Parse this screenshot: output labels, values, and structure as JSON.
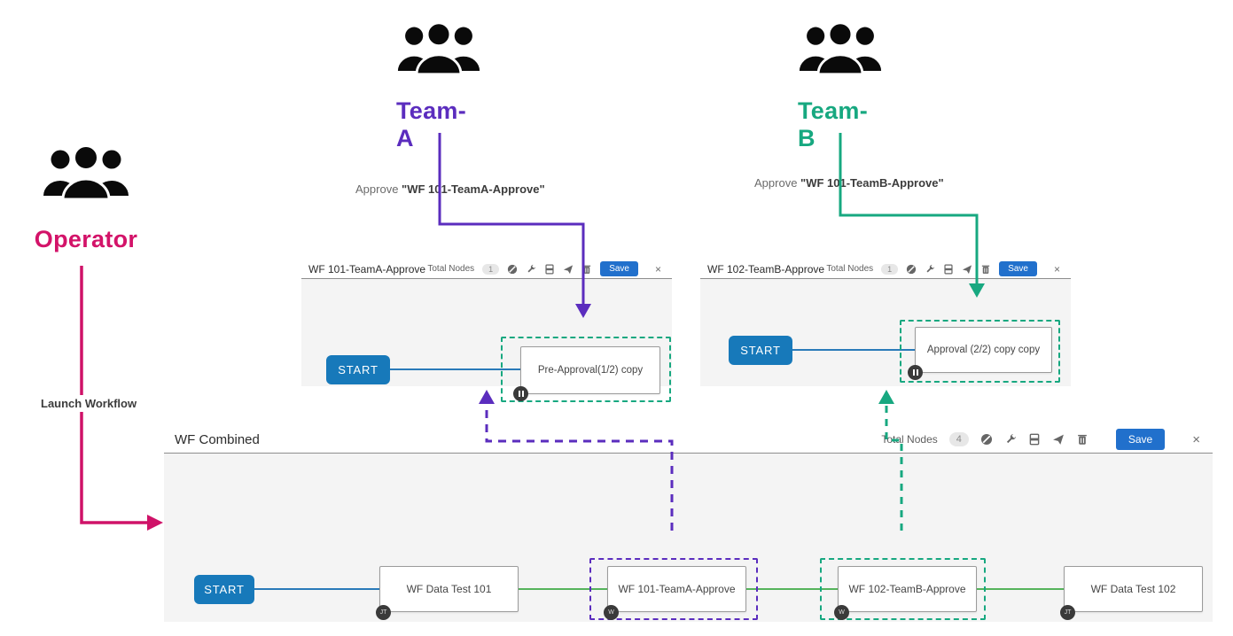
{
  "colors": {
    "operator_pink": "#d31369",
    "team_a_purple": "#5b2dbe",
    "team_b_green": "#17a880",
    "start_blue": "#1779ba",
    "save_blue": "#2170cc",
    "link_blue": "#2a7ab9",
    "link_green": "#56b35c"
  },
  "actors": {
    "operator": {
      "label": "Operator"
    },
    "team_a": {
      "label": "Team-A"
    },
    "team_b": {
      "label": "Team-B"
    }
  },
  "annotations": {
    "team_a_action_prefix": "Approve ",
    "team_a_action_target": "\"WF 101-TeamA-Approve\"",
    "team_b_action_prefix": "Approve ",
    "team_b_action_target": "\"WF 101-TeamB-Approve\"",
    "launch_label": "Launch Workflow"
  },
  "toolbar": {
    "total_nodes_label": "Total Nodes",
    "save_label": "Save",
    "close_label": "×"
  },
  "panels": {
    "team_a": {
      "title": "WF 101-TeamA-Approve",
      "total_nodes": "1",
      "start_label": "START",
      "node_label": "Pre-Approval(1/2) copy"
    },
    "team_b": {
      "title": "WF 102-TeamB-Approve",
      "total_nodes": "1",
      "start_label": "START",
      "node_label": "Approval (2/2) copy copy"
    },
    "combined": {
      "title": "WF Combined",
      "total_nodes": "4",
      "start_label": "START",
      "nodes": [
        {
          "label": "WF Data Test 101",
          "badge": "JT"
        },
        {
          "label": "WF 101-TeamA-Approve",
          "badge": "W"
        },
        {
          "label": "WF 102-TeamB-Approve",
          "badge": "W"
        },
        {
          "label": "WF Data Test 102",
          "badge": "JT"
        }
      ]
    }
  }
}
